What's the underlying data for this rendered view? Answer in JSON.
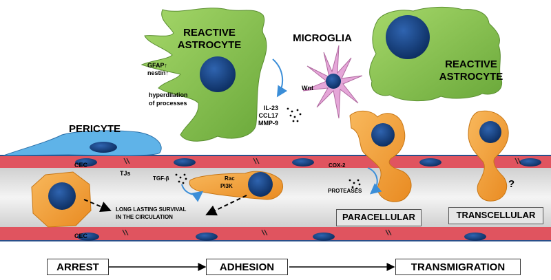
{
  "labels": {
    "reactive_astrocyte_1": [
      "REACTIVE",
      "ASTROCYTE"
    ],
    "reactive_astrocyte_2": [
      "REACTIVE",
      "ASTROCYTE"
    ],
    "microglia": "MICROGLIA",
    "pericyte": "PERICYTE",
    "cec_top": "CEC",
    "cec_bottom": "CEC",
    "tjs": "TJs",
    "gfap": "GFAP↑",
    "nestin": "nestin↑",
    "hyperdilation": [
      "hyperdilation",
      "of processes"
    ],
    "wnt": "Wnt",
    "cytokines": [
      "IL-23",
      "CCL17",
      "MMP-9"
    ],
    "tgf": "TGF-β",
    "rac": "Rac",
    "pi3k": "PI3K",
    "cox2": "COX-2",
    "proteases": "PROTEASES",
    "survival": [
      "LONG LASTING SURVIVAL",
      "IN THE CIRCULATION"
    ],
    "question": "?"
  },
  "routes": {
    "paracellular": "PARACELLULAR",
    "transcellular": "TRANSCELLULAR"
  },
  "stages": [
    "ARREST",
    "ADHESION",
    "TRANSMIGRATION"
  ],
  "colors": {
    "astrocyte": "#86c44a",
    "microglia": "#e5a6d8",
    "pericyte": "#5fb3e8",
    "tumor_cell": "#f5a03a",
    "endothelium": "#e0545f",
    "nucleus": "#143e7a",
    "lumen": "#e8e8e8"
  }
}
